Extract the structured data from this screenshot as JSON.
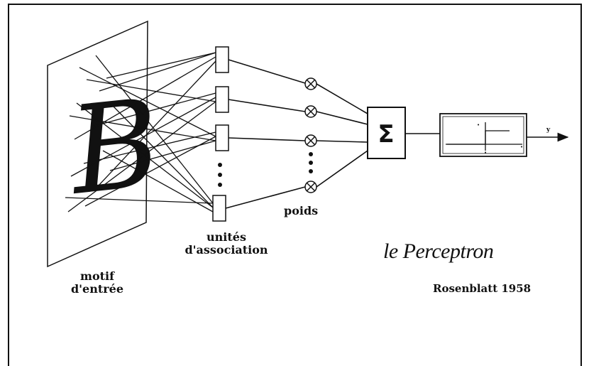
{
  "input_letter": "B",
  "labels": {
    "motif": "motif",
    "entree": "d'entrée",
    "unites": "unités",
    "association": "d'association",
    "poids": "poids",
    "title": "le Perceptron",
    "author": "Rosenblatt 1958",
    "sum_symbol": "Σ",
    "output": "y"
  }
}
